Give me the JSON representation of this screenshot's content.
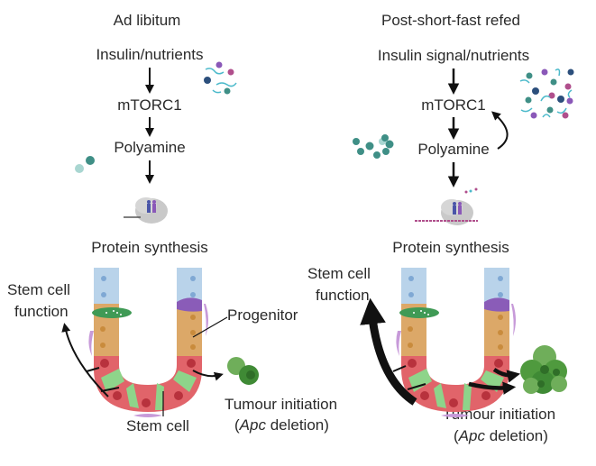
{
  "left": {
    "title": "Ad libitum",
    "pathway": [
      "Insulin/nutrients",
      "mTORC1",
      "Polyamine"
    ],
    "protein_synthesis": "Protein synthesis",
    "stem_cell_function": [
      "Stem cell",
      "function"
    ],
    "progenitor": "Progenitor",
    "stem_cell": "Stem cell",
    "tumour_initiation": "Tumour initiation",
    "apc_italic": "Apc",
    "apc_rest": " deletion)",
    "apc_open": "("
  },
  "right": {
    "title": "Post-short-fast refed",
    "pathway": [
      "Insulin signal/nutrients",
      "mTORC1",
      "Polyamine"
    ],
    "protein_synthesis": "Protein synthesis",
    "stem_cell_function": [
      "Stem cell",
      "function"
    ],
    "tumour_initiation": "Tumour initiation",
    "apc_italic": "Apc",
    "apc_rest": " deletion)",
    "apc_open": "("
  },
  "colors": {
    "lumen_blue": "#b9d3ea",
    "progenitor_orange": "#dca868",
    "paneth_red": "#e1646a",
    "stem_green": "#8ed48a",
    "purple": "#9a6cc2",
    "tumour_green": "#4f9a3e",
    "polyamine_teal": "#3f8f86"
  }
}
